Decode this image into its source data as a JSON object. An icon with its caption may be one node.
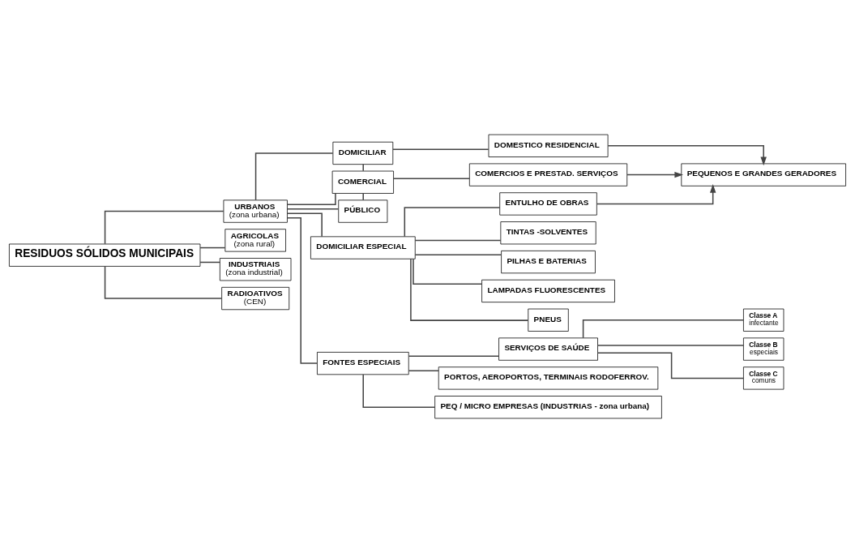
{
  "diagram": {
    "nodes": [
      {
        "text": [
          "RESIDUOS SÓLIDOS MUNICIPAIS"
        ]
      },
      {
        "text": [
          "URBANOS",
          "(zona urbana)"
        ]
      },
      {
        "text": [
          "AGRICOLAS",
          "(zona rural)"
        ]
      },
      {
        "text": [
          "INDUSTRIAIS",
          "(zona industrial)"
        ]
      },
      {
        "text": [
          "RADIOATIVOS",
          "(CEN)"
        ]
      },
      {
        "text": [
          "DOMICILIAR"
        ]
      },
      {
        "text": [
          "COMERCIAL"
        ]
      },
      {
        "text": [
          "PÚBLICO"
        ]
      },
      {
        "text": [
          "DOMICILIAR ESPECIAL"
        ]
      },
      {
        "text": [
          "FONTES ESPECIAIS"
        ]
      },
      {
        "text": [
          "DOMESTICO RESIDENCIAL"
        ]
      },
      {
        "text": [
          "COMERCIOS E PRESTAD. SERVIÇOS"
        ]
      },
      {
        "text": [
          "PEQUENOS E GRANDES GERADORES"
        ]
      },
      {
        "text": [
          "ENTULHO DE OBRAS"
        ]
      },
      {
        "text": [
          "TINTAS -SOLVENTES"
        ]
      },
      {
        "text": [
          "PILHAS E BATERIAS"
        ]
      },
      {
        "text": [
          "LAMPADAS FLUORESCENTES"
        ]
      },
      {
        "text": [
          "PNEUS"
        ]
      },
      {
        "text": [
          "SERVIÇOS DE SAÚDE"
        ]
      },
      {
        "text": [
          "PORTOS, AEROPORTOS, TERMINAIS RODOFERROV."
        ]
      },
      {
        "text": [
          "PEQ / MICRO EMPRESAS (INDUSTRIAS - zona urbana)"
        ]
      },
      {
        "text": [
          "Classe A",
          "infectante"
        ]
      },
      {
        "text": [
          "Classe B",
          "especiais"
        ]
      },
      {
        "text": [
          "Classe C",
          "comuns"
        ]
      }
    ],
    "edges": [
      {
        "from": 0,
        "to": 1,
        "arrow": "none"
      },
      {
        "from": 0,
        "to": 2,
        "arrow": "none"
      },
      {
        "from": 0,
        "to": 3,
        "arrow": "none"
      },
      {
        "from": 0,
        "to": 4,
        "arrow": "none"
      },
      {
        "from": 1,
        "to": 5,
        "arrow": "none"
      },
      {
        "from": 1,
        "to": 6,
        "arrow": "none"
      },
      {
        "from": 1,
        "to": 7,
        "arrow": "none"
      },
      {
        "from": 1,
        "to": 8,
        "arrow": "none"
      },
      {
        "from": 1,
        "to": 9,
        "arrow": "none"
      },
      {
        "from": 5,
        "to": 6,
        "arrow": "none"
      },
      {
        "from": 6,
        "to": 7,
        "arrow": "none"
      },
      {
        "from": 5,
        "to": 10,
        "arrow": "none"
      },
      {
        "from": 6,
        "to": 11,
        "arrow": "none"
      },
      {
        "from": 10,
        "to": 12,
        "arrow": "to"
      },
      {
        "from": 11,
        "to": 12,
        "arrow": "to"
      },
      {
        "from": 8,
        "to": 13,
        "arrow": "none"
      },
      {
        "from": 8,
        "to": 14,
        "arrow": "none"
      },
      {
        "from": 8,
        "to": 15,
        "arrow": "none"
      },
      {
        "from": 8,
        "to": 16,
        "arrow": "none"
      },
      {
        "from": 8,
        "to": 17,
        "arrow": "none"
      },
      {
        "from": 13,
        "to": 12,
        "arrow": "to"
      },
      {
        "from": 9,
        "to": 18,
        "arrow": "none"
      },
      {
        "from": 9,
        "to": 19,
        "arrow": "none"
      },
      {
        "from": 9,
        "to": 20,
        "arrow": "none"
      },
      {
        "from": 18,
        "to": 21,
        "arrow": "none"
      },
      {
        "from": 18,
        "to": 22,
        "arrow": "none"
      },
      {
        "from": 18,
        "to": 23,
        "arrow": "none"
      }
    ]
  }
}
